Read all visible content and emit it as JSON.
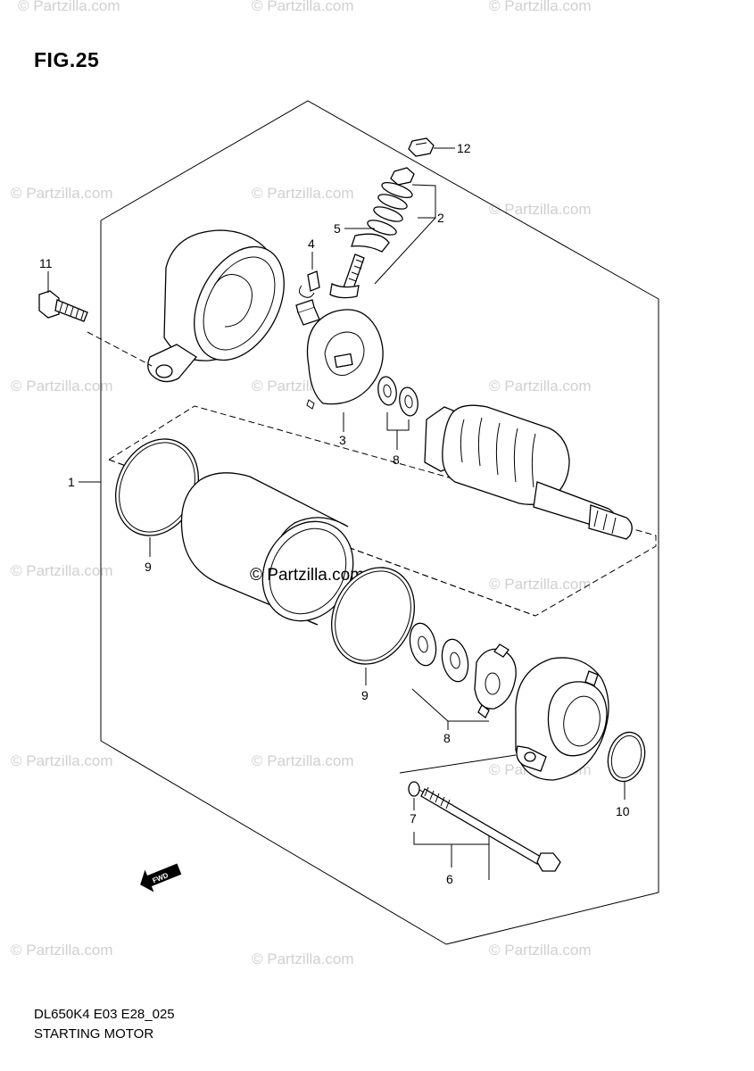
{
  "figure": {
    "title": "FIG.25",
    "model_code": "DL650K4 E03 E28_025",
    "assembly_name": "STARTING MOTOR"
  },
  "watermark": {
    "text": "© Partzilla.com",
    "color": "#d0d0d0"
  },
  "center_watermark": "© Partzilla.com",
  "callouts": {
    "c1": "1",
    "c2": "2",
    "c3": "3",
    "c4": "4",
    "c5": "5",
    "c6": "6",
    "c7": "7",
    "c8a": "8",
    "c8b": "8",
    "c9a": "9",
    "c9b": "9",
    "c10": "10",
    "c11": "11",
    "c12": "12"
  },
  "fwd_marker": {
    "label": "FWD",
    "icon": "fwd-arrow-icon"
  }
}
